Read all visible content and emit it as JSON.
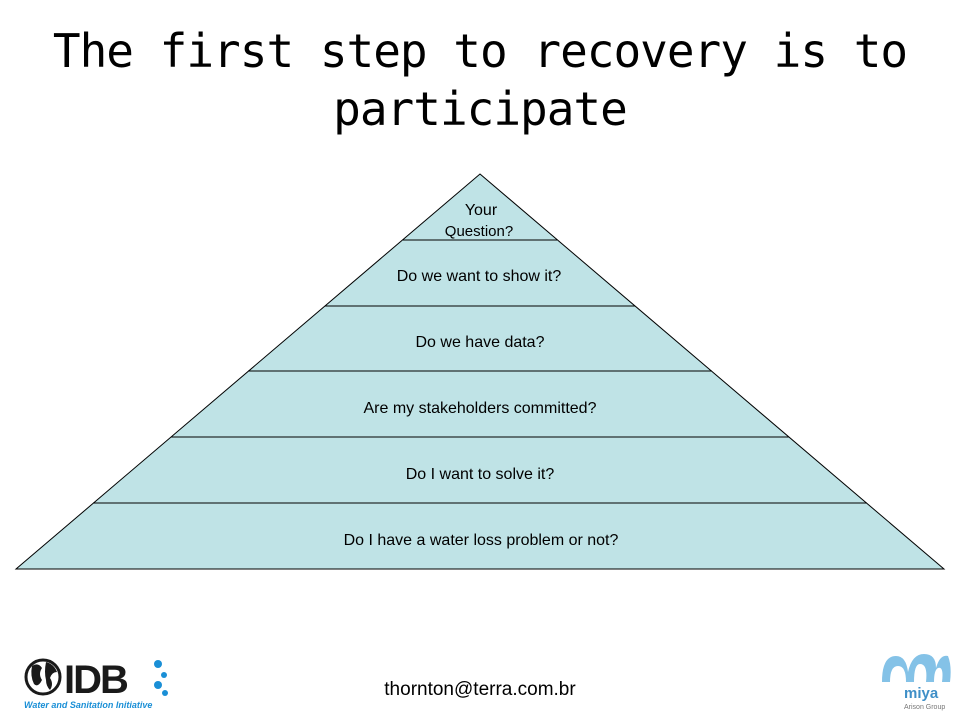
{
  "slide": {
    "title_line1": "The first step to recovery is to",
    "title_line2": "participate",
    "footer_email": "thornton@terra.com.br"
  },
  "pyramid": {
    "fill_color": "#bfe3e6",
    "stroke_color": "#000000",
    "levels_top_to_bottom": [
      {
        "line1": "Your",
        "line2": "Question?"
      },
      {
        "label": "Do we want to show it?"
      },
      {
        "label": "Do we have data?"
      },
      {
        "label": "Are my stakeholders committed?"
      },
      {
        "label": "Do I want to solve it?"
      },
      {
        "label": "Do I have a water loss problem or not?"
      }
    ]
  },
  "logos": {
    "idb": {
      "wordmark": "IDB",
      "tagline": "Water and Sanitation Initiative",
      "color": "#1a1a1a",
      "accent": "#1a8fd6"
    },
    "miya": {
      "wordmark": "miya",
      "tagline": "Arison Group",
      "color": "#3f8fc7"
    }
  }
}
